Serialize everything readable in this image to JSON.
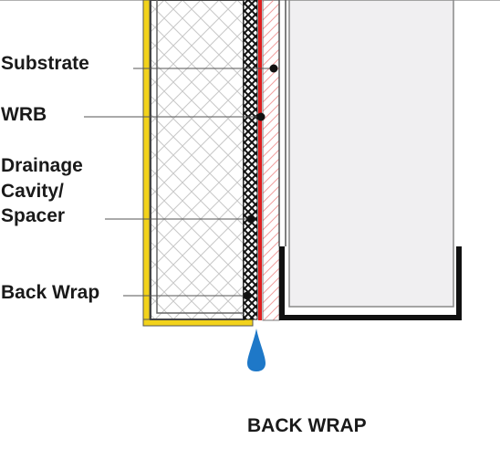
{
  "labels": {
    "substrate": "Substrate",
    "wrb": "WRB",
    "drainage_line1": "Drainage",
    "drainage_line2": "Cavity/",
    "drainage_line3": "Spacer",
    "back_wrap": "Back Wrap"
  },
  "caption": "BACK WRAP",
  "colors": {
    "yellow_layer": "#f2d21b",
    "red_layer": "#e02020",
    "red_hatch": "#f0a0a0",
    "water_drop": "#1e78c8",
    "panel_fill": "#f0eff1",
    "insulation_grid": "#c8c8c8",
    "ink": "#1a1a1a"
  }
}
